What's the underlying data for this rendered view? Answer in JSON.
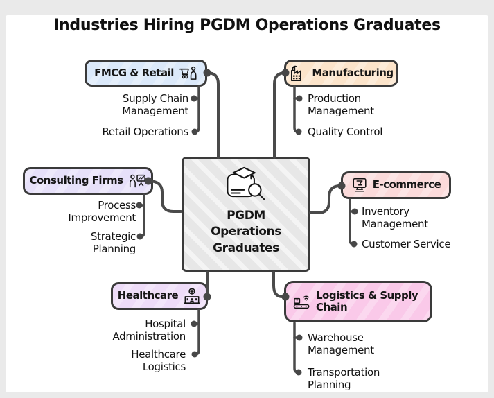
{
  "title": "Industries Hiring PGDM Operations Graduates",
  "center": {
    "icon": "graduate-search-icon",
    "color": "#e7e7e7",
    "lines": [
      "PGDM",
      "Operations",
      "Graduates"
    ]
  },
  "branches": [
    {
      "id": "fmcg",
      "label": "FMCG & Retail",
      "icon": "cart-person-icon",
      "color": "#dbe9fa",
      "items": [
        "Supply Chain Management",
        "Retail Operations"
      ]
    },
    {
      "id": "manufacturing",
      "label": "Manufacturing",
      "icon": "factory-icon",
      "color": "#fce4ca",
      "items": [
        "Production Management",
        "Quality Control"
      ]
    },
    {
      "id": "consulting",
      "label": "Consulting Firms",
      "icon": "presenter-icon",
      "color": "#e6e0f9",
      "items": [
        "Process Improvement",
        "Strategic Planning"
      ]
    },
    {
      "id": "ecommerce",
      "label": "E-commerce",
      "icon": "monitor-icon",
      "color": "#fbdada",
      "items": [
        "Inventory Management",
        "Customer Service"
      ]
    },
    {
      "id": "healthcare",
      "label": "Healthcare",
      "icon": "hospital-icon",
      "color": "#eedcf8",
      "items": [
        "Hospital Administration",
        "Healthcare Logistics"
      ]
    },
    {
      "id": "logistics",
      "label": "Logistics & Supply Chain",
      "icon": "conveyor-icon",
      "color": "#fac9e9",
      "items": [
        "Warehouse Management",
        "Transportation Planning"
      ]
    }
  ],
  "connector": {
    "line_color": "#4a4a4a",
    "dot_color": "#474747"
  }
}
